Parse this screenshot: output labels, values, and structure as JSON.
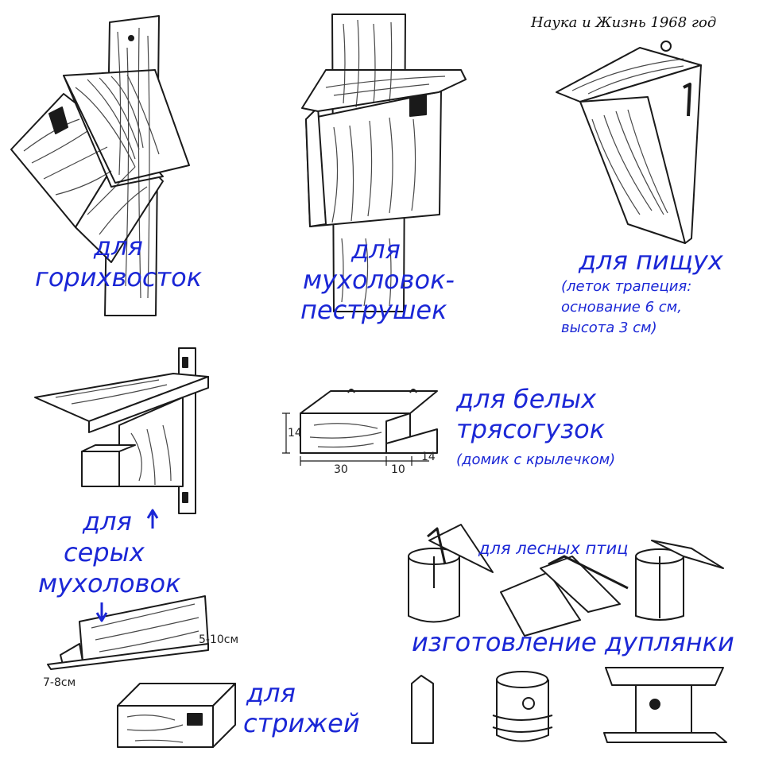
{
  "credit": "Наука и Жизнь 1968 год",
  "labels": {
    "redstart": [
      "для",
      "горихвосток"
    ],
    "pied_flycatcher": [
      "для",
      "мухоловок-",
      "пеструшек"
    ],
    "treecreeper": {
      "title": "для пищух",
      "note": [
        "(леток трапеция:",
        "основание 6 см,",
        "высота 3 см)"
      ]
    },
    "wagtail": {
      "title": [
        "для белых",
        "трясогузок"
      ],
      "note": "(домик с крылечком)"
    },
    "spotted_flycatcher": [
      "для",
      "серых",
      "мухоловок"
    ],
    "swift": [
      "для",
      "стрижей"
    ],
    "forest_birds": "для лесных птиц",
    "hollow_making": "изготовление дуплянки"
  },
  "dimensions": {
    "wagtail_height": "14",
    "wagtail_length": "30",
    "wagtail_porch": "10",
    "wagtail_porch_height": "14",
    "shelf_height": "5-10см",
    "shelf_depth": "7-8см"
  },
  "colors": {
    "label": "#1b27d6",
    "ink": "#1a1a1a"
  }
}
